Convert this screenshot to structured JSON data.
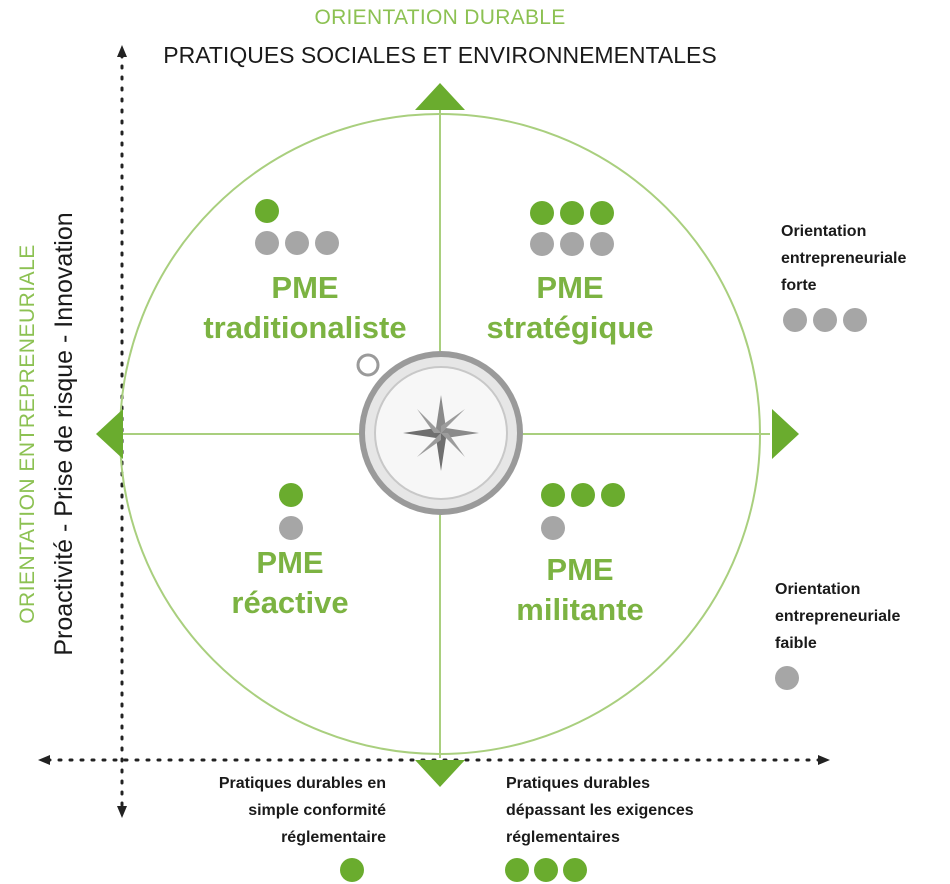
{
  "top": {
    "title": "ORIENTATION DURABLE",
    "subtitle": "PRATIQUES SOCIALES ET ENVIRONNEMENTALES"
  },
  "left": {
    "title": "ORIENTATION ENTREPRENEURIALE",
    "subtitle": "Proactivité - Prise de risque - Innovation"
  },
  "quadrants": [
    {
      "line1": "PME",
      "line2": "traditionaliste",
      "green_dots": 1,
      "gray_dots": 3
    },
    {
      "line1": "PME",
      "line2": "stratégique",
      "green_dots": 3,
      "gray_dots": 3
    },
    {
      "line1": "PME",
      "line2": "réactive",
      "green_dots": 1,
      "gray_dots": 1
    },
    {
      "line1": "PME",
      "line2": "militante",
      "green_dots": 3,
      "gray_dots": 1
    }
  ],
  "legend_right": {
    "strong": {
      "line1": "Orientation",
      "line2": "entrepreneuriale",
      "line3": "forte",
      "gray_dots": 3
    },
    "weak": {
      "line1": "Orientation",
      "line2": "entrepreneuriale",
      "line3": "faible",
      "gray_dots": 1
    }
  },
  "legend_bottom": {
    "simple": {
      "line1": "Pratiques durables en",
      "line2": "simple conformité",
      "line3": "réglementaire",
      "green_dots": 1
    },
    "beyond": {
      "line1": "Pratiques durables",
      "line2": "dépassant les exigences",
      "line3": "réglementaires",
      "green_dots": 3
    }
  },
  "colors": {
    "green": "#6aac2e",
    "light_green": "#a9cf7e",
    "gray": "#a6a6a6",
    "text_dark": "#1a1a1a"
  },
  "icons": {
    "center": "compass-icon"
  }
}
